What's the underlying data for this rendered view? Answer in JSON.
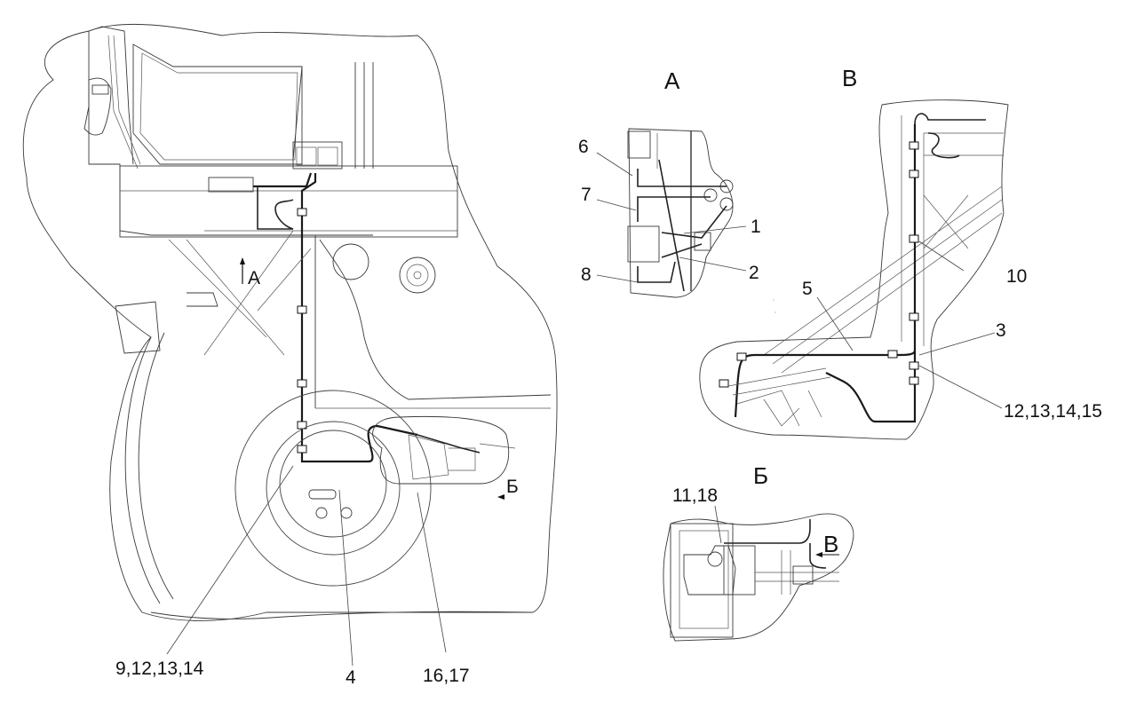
{
  "drawing": {
    "main_view": {
      "view_marker_A": "А",
      "view_marker_B": "Б",
      "callouts": [
        {
          "id": "c-9-12-13-14",
          "text": "9,12,13,14"
        },
        {
          "id": "c-4",
          "text": "4"
        },
        {
          "id": "c-16-17",
          "text": "16,17"
        }
      ]
    },
    "view_A": {
      "title": "А",
      "callouts": [
        {
          "id": "a-6",
          "text": "6"
        },
        {
          "id": "a-7",
          "text": "7"
        },
        {
          "id": "a-8",
          "text": "8"
        },
        {
          "id": "a-1",
          "text": "1"
        },
        {
          "id": "a-2",
          "text": "2"
        }
      ]
    },
    "view_V": {
      "title": "В",
      "callouts": [
        {
          "id": "v-10",
          "text": "10"
        },
        {
          "id": "v-5",
          "text": "5"
        },
        {
          "id": "v-3",
          "text": "3"
        },
        {
          "id": "v-12-15",
          "text": "12,13,14,15"
        }
      ]
    },
    "view_B": {
      "title": "Б",
      "view_marker_V": "В",
      "callouts": [
        {
          "id": "b-11-18",
          "text": "11,18"
        }
      ]
    }
  }
}
